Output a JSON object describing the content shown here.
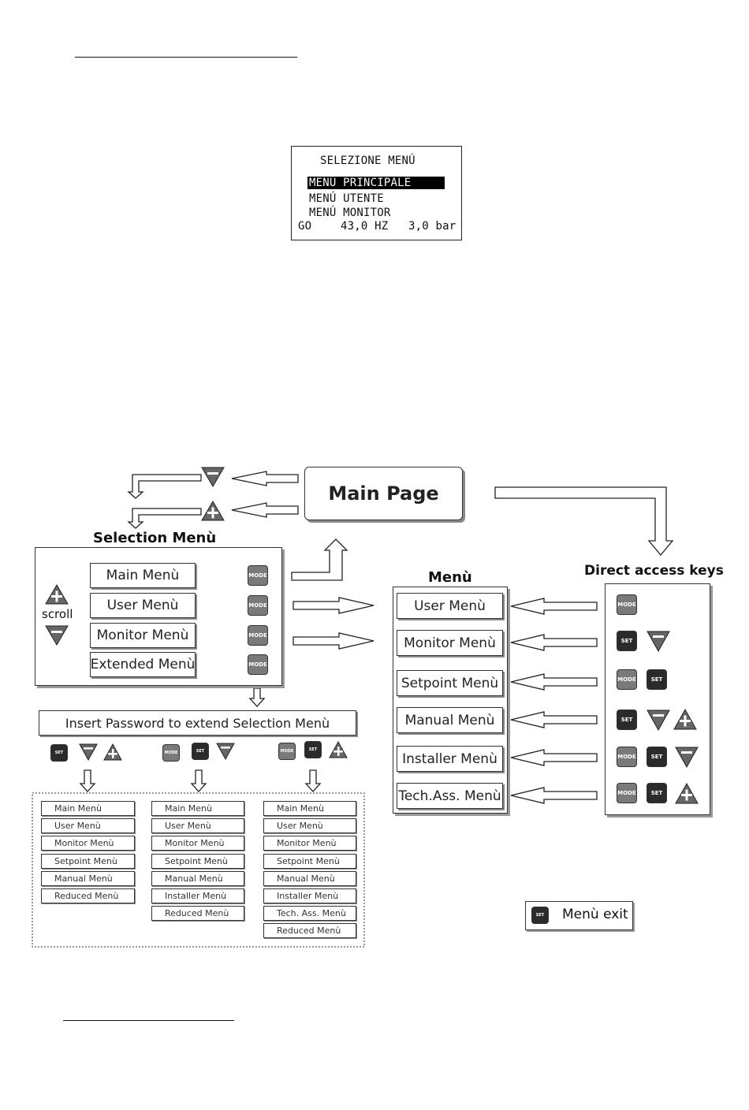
{
  "lcd": {
    "title": "SELEZIONE MENÚ",
    "items": [
      "MENÚ PRINCIPALE",
      "MENÚ UTENTE",
      "MENÚ MONITOR"
    ],
    "status": [
      "GO",
      "43,0 HZ",
      "3,0 bar"
    ]
  },
  "diagram": {
    "main_page": "Main Page",
    "selection_title": "Selection Menù",
    "selection_items": [
      "Main Menù",
      "User Menù",
      "Monitor Menù",
      "Extended Menù"
    ],
    "scroll_label": "scroll",
    "menu_title": "Menù",
    "menu_items": [
      "User Menù",
      "Monitor Menù",
      "Setpoint Menù",
      "Manual Menù",
      "Installer Menù",
      "Tech.Ass. Menù"
    ],
    "direct_keys_title": "Direct access keys",
    "password_label": "Insert Password to extend Selection Menù",
    "ext_col1": [
      "Main Menù",
      "User Menù",
      "Monitor Menù",
      "Setpoint Menù",
      "Manual Menù",
      "Reduced Menù"
    ],
    "ext_col2": [
      "Main Menù",
      "User Menù",
      "Monitor Menù",
      "Setpoint Menù",
      "Manual Menù",
      "Installer Menù",
      "Reduced Menù"
    ],
    "ext_col3": [
      "Main Menù",
      "User Menù",
      "Monitor Menù",
      "Setpoint Menù",
      "Manual Menù",
      "Installer Menù",
      "Tech. Ass. Menù",
      "Reduced Menù"
    ],
    "exit_label": "Menù exit",
    "key_mode": "MODE",
    "key_set": "SET"
  }
}
